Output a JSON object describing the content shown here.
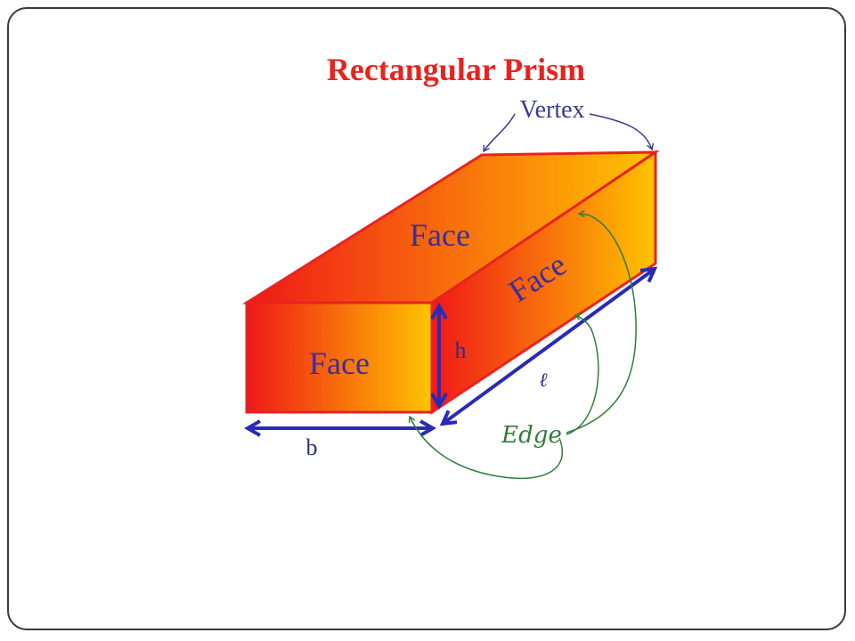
{
  "title": "Rectangular Prism",
  "labels": {
    "vertex": "Vertex",
    "face_top": "Face",
    "face_side": "Face",
    "face_front": "Face",
    "height": "h",
    "breadth": "b",
    "length": "ℓ",
    "edge": "Edge"
  },
  "colors": {
    "title": "#e8231f",
    "face_gradient_start": "#f01818",
    "face_gradient_end": "#ffc400",
    "outline": "#e8231f",
    "dimension_arrows": "#2a2ab8",
    "annotation_vertex": "#3a3a8a",
    "annotation_edge": "#2e7d3a"
  }
}
